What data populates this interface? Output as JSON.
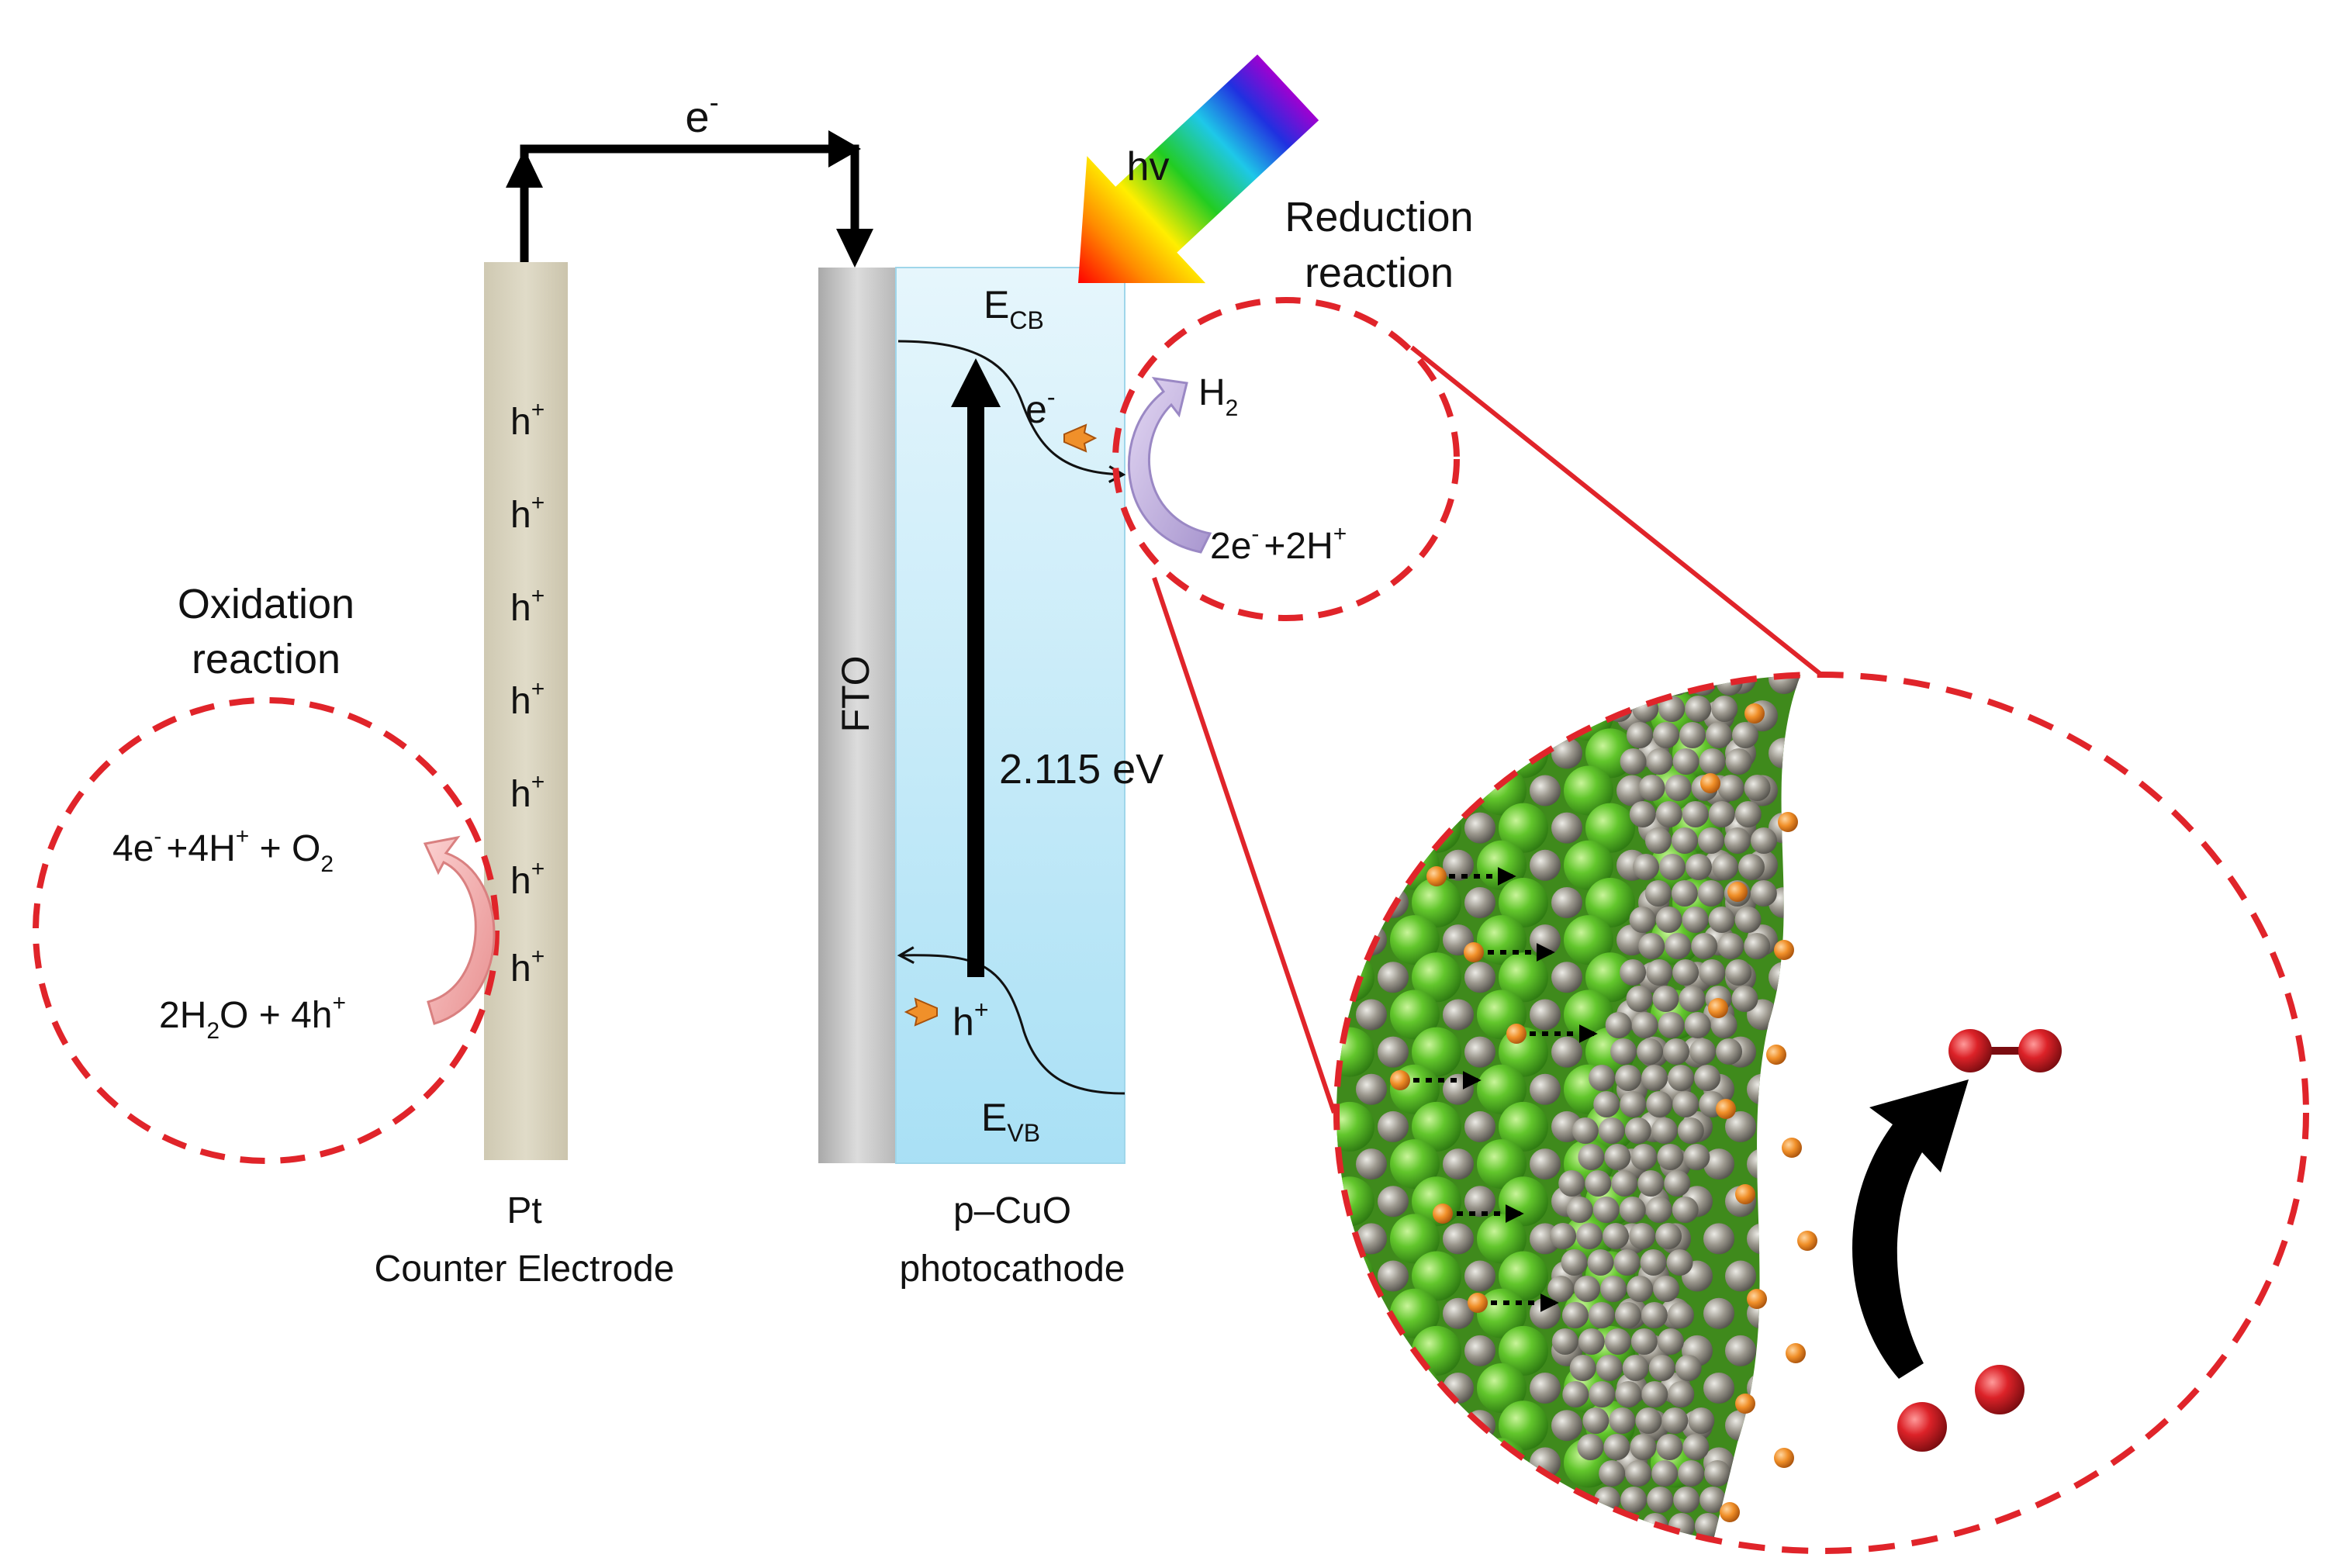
{
  "electron_flow": {
    "label": "e",
    "sup": "-"
  },
  "light": {
    "label": "hv"
  },
  "counter_electrode": {
    "holes": [
      "h+",
      "h+",
      "h+",
      "h+",
      "h+",
      "h+",
      "h+"
    ],
    "name": "Pt",
    "role": "Counter Electrode"
  },
  "photocathode": {
    "substrate": "FTO",
    "cb": {
      "main": "E",
      "sub": "CB"
    },
    "vb": {
      "main": "E",
      "sub": "VB"
    },
    "band_gap": "2.115 eV",
    "electron": {
      "main": "e",
      "sup": "-"
    },
    "hole": {
      "main": "h",
      "sup": "+"
    },
    "name": "p–CuO",
    "role": "photocathode"
  },
  "oxidation": {
    "title_line1": "Oxidation",
    "title_line2": "reaction",
    "product": {
      "p1": "4e",
      "p2": "+4H",
      "p3": " + O",
      "sup1": "-",
      "sup2": "+",
      "sub": "2"
    },
    "reactant": {
      "p1": "2H",
      "p2": "O + 4h",
      "sub": "2",
      "sup": "+"
    }
  },
  "reduction": {
    "title_line1": "Reduction",
    "title_line2": "reaction",
    "product": {
      "main": "H",
      "sub": "2"
    },
    "reactant": {
      "p1": "2e",
      "p2": "+2H",
      "sup1": "-",
      "sup2": "+"
    }
  },
  "colors": {
    "dashed_circle": "#e0242a",
    "pt_electrode": "#d9d3bf",
    "fto": "#c8c8c8",
    "cuo_layer": "#bfe7f6",
    "green_atom": "#5cc22a",
    "grey_atom": "#8d8a82",
    "orange_atom": "#f0902a",
    "red_atom": "#d92028"
  }
}
